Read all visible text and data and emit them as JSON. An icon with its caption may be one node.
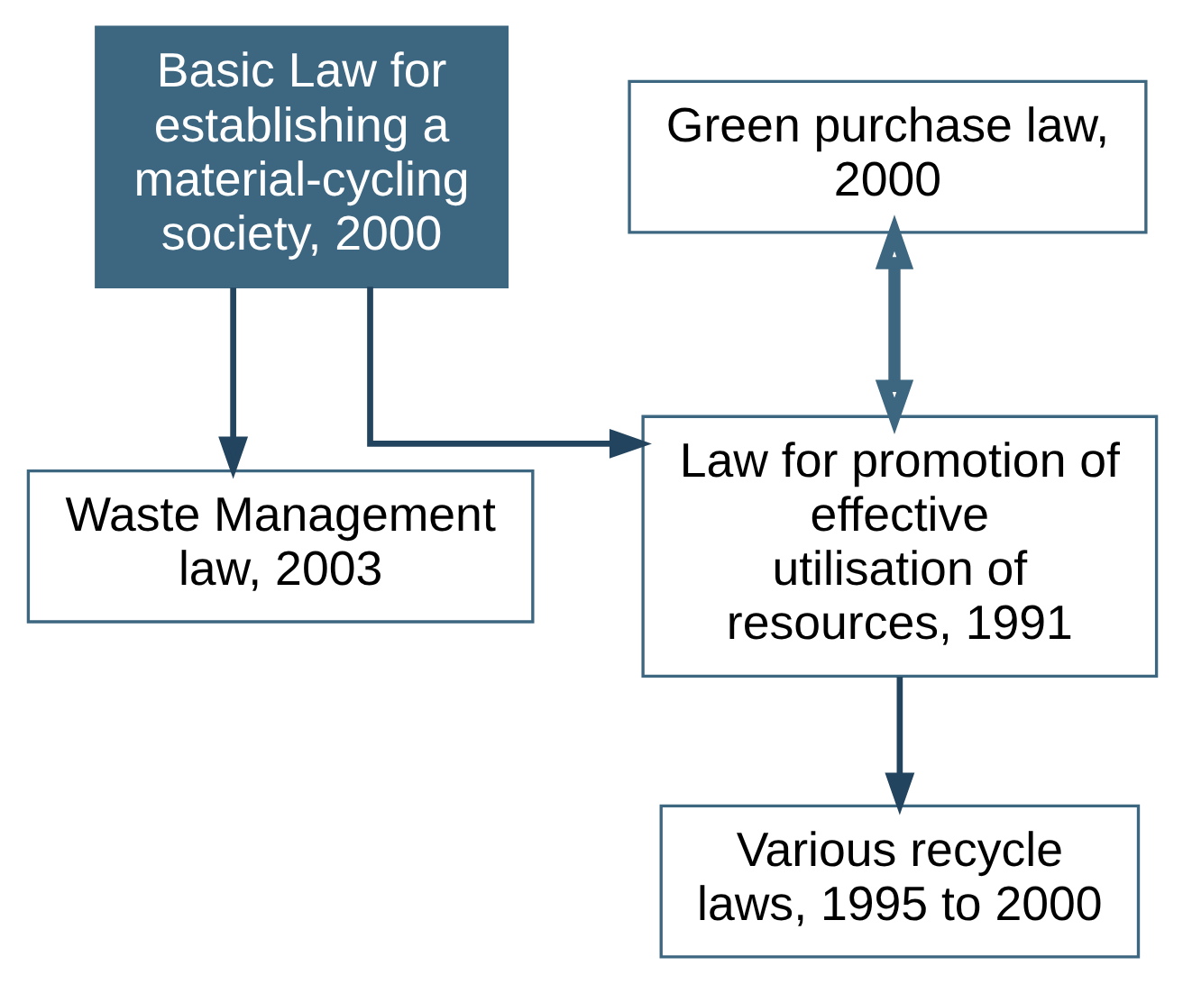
{
  "diagram": {
    "nodes": [
      {
        "text": [
          "Basic Law for establishing a material-cycling society, 2000"
        ]
      },
      {
        "text": [
          "Waste Management law, 2003"
        ]
      },
      {
        "text": [
          "Law for promotion of effective utilisation of resources, 1991"
        ]
      },
      {
        "text": [
          "Various recycle laws, 1995 to 2000"
        ]
      },
      {
        "text": [
          "Green purchase law, 2000"
        ]
      }
    ],
    "edges": [
      {
        "from": 0,
        "to": 1,
        "arrow": "to"
      },
      {
        "from": 0,
        "to": 2,
        "arrow": "to"
      },
      {
        "from": 2,
        "to": 3,
        "arrow": "to"
      },
      {
        "from": 4,
        "to": 2,
        "arrow": "both",
        "style": "thick"
      }
    ]
  }
}
